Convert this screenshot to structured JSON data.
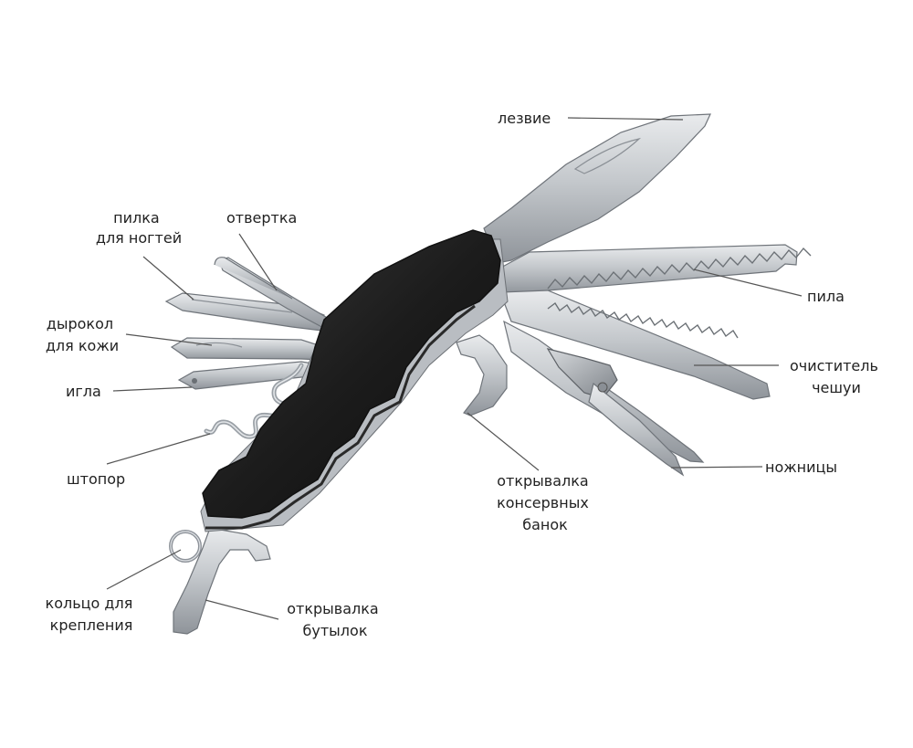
{
  "labels": {
    "blade": "лезвие",
    "screwdriver": "отвертка",
    "nail_file": [
      "пилка",
      "для ногтей"
    ],
    "leather_punch": [
      "дырокол",
      "для кожи"
    ],
    "needle": "игла",
    "corkscrew": "штопор",
    "key_ring": [
      "кольцо для",
      "крепления"
    ],
    "bottle_opener": [
      "открывалка",
      "бутылок"
    ],
    "can_opener": [
      "открывалка",
      "консервных",
      "банок"
    ],
    "scissors": "ножницы",
    "fish_scaler": [
      "очиститель",
      "чешуи"
    ],
    "saw": "пила"
  },
  "colors": {
    "handle": "#1c1c1c",
    "steel": "#c8ccd0",
    "leader_line": "#555555",
    "label_text": "#222222"
  }
}
